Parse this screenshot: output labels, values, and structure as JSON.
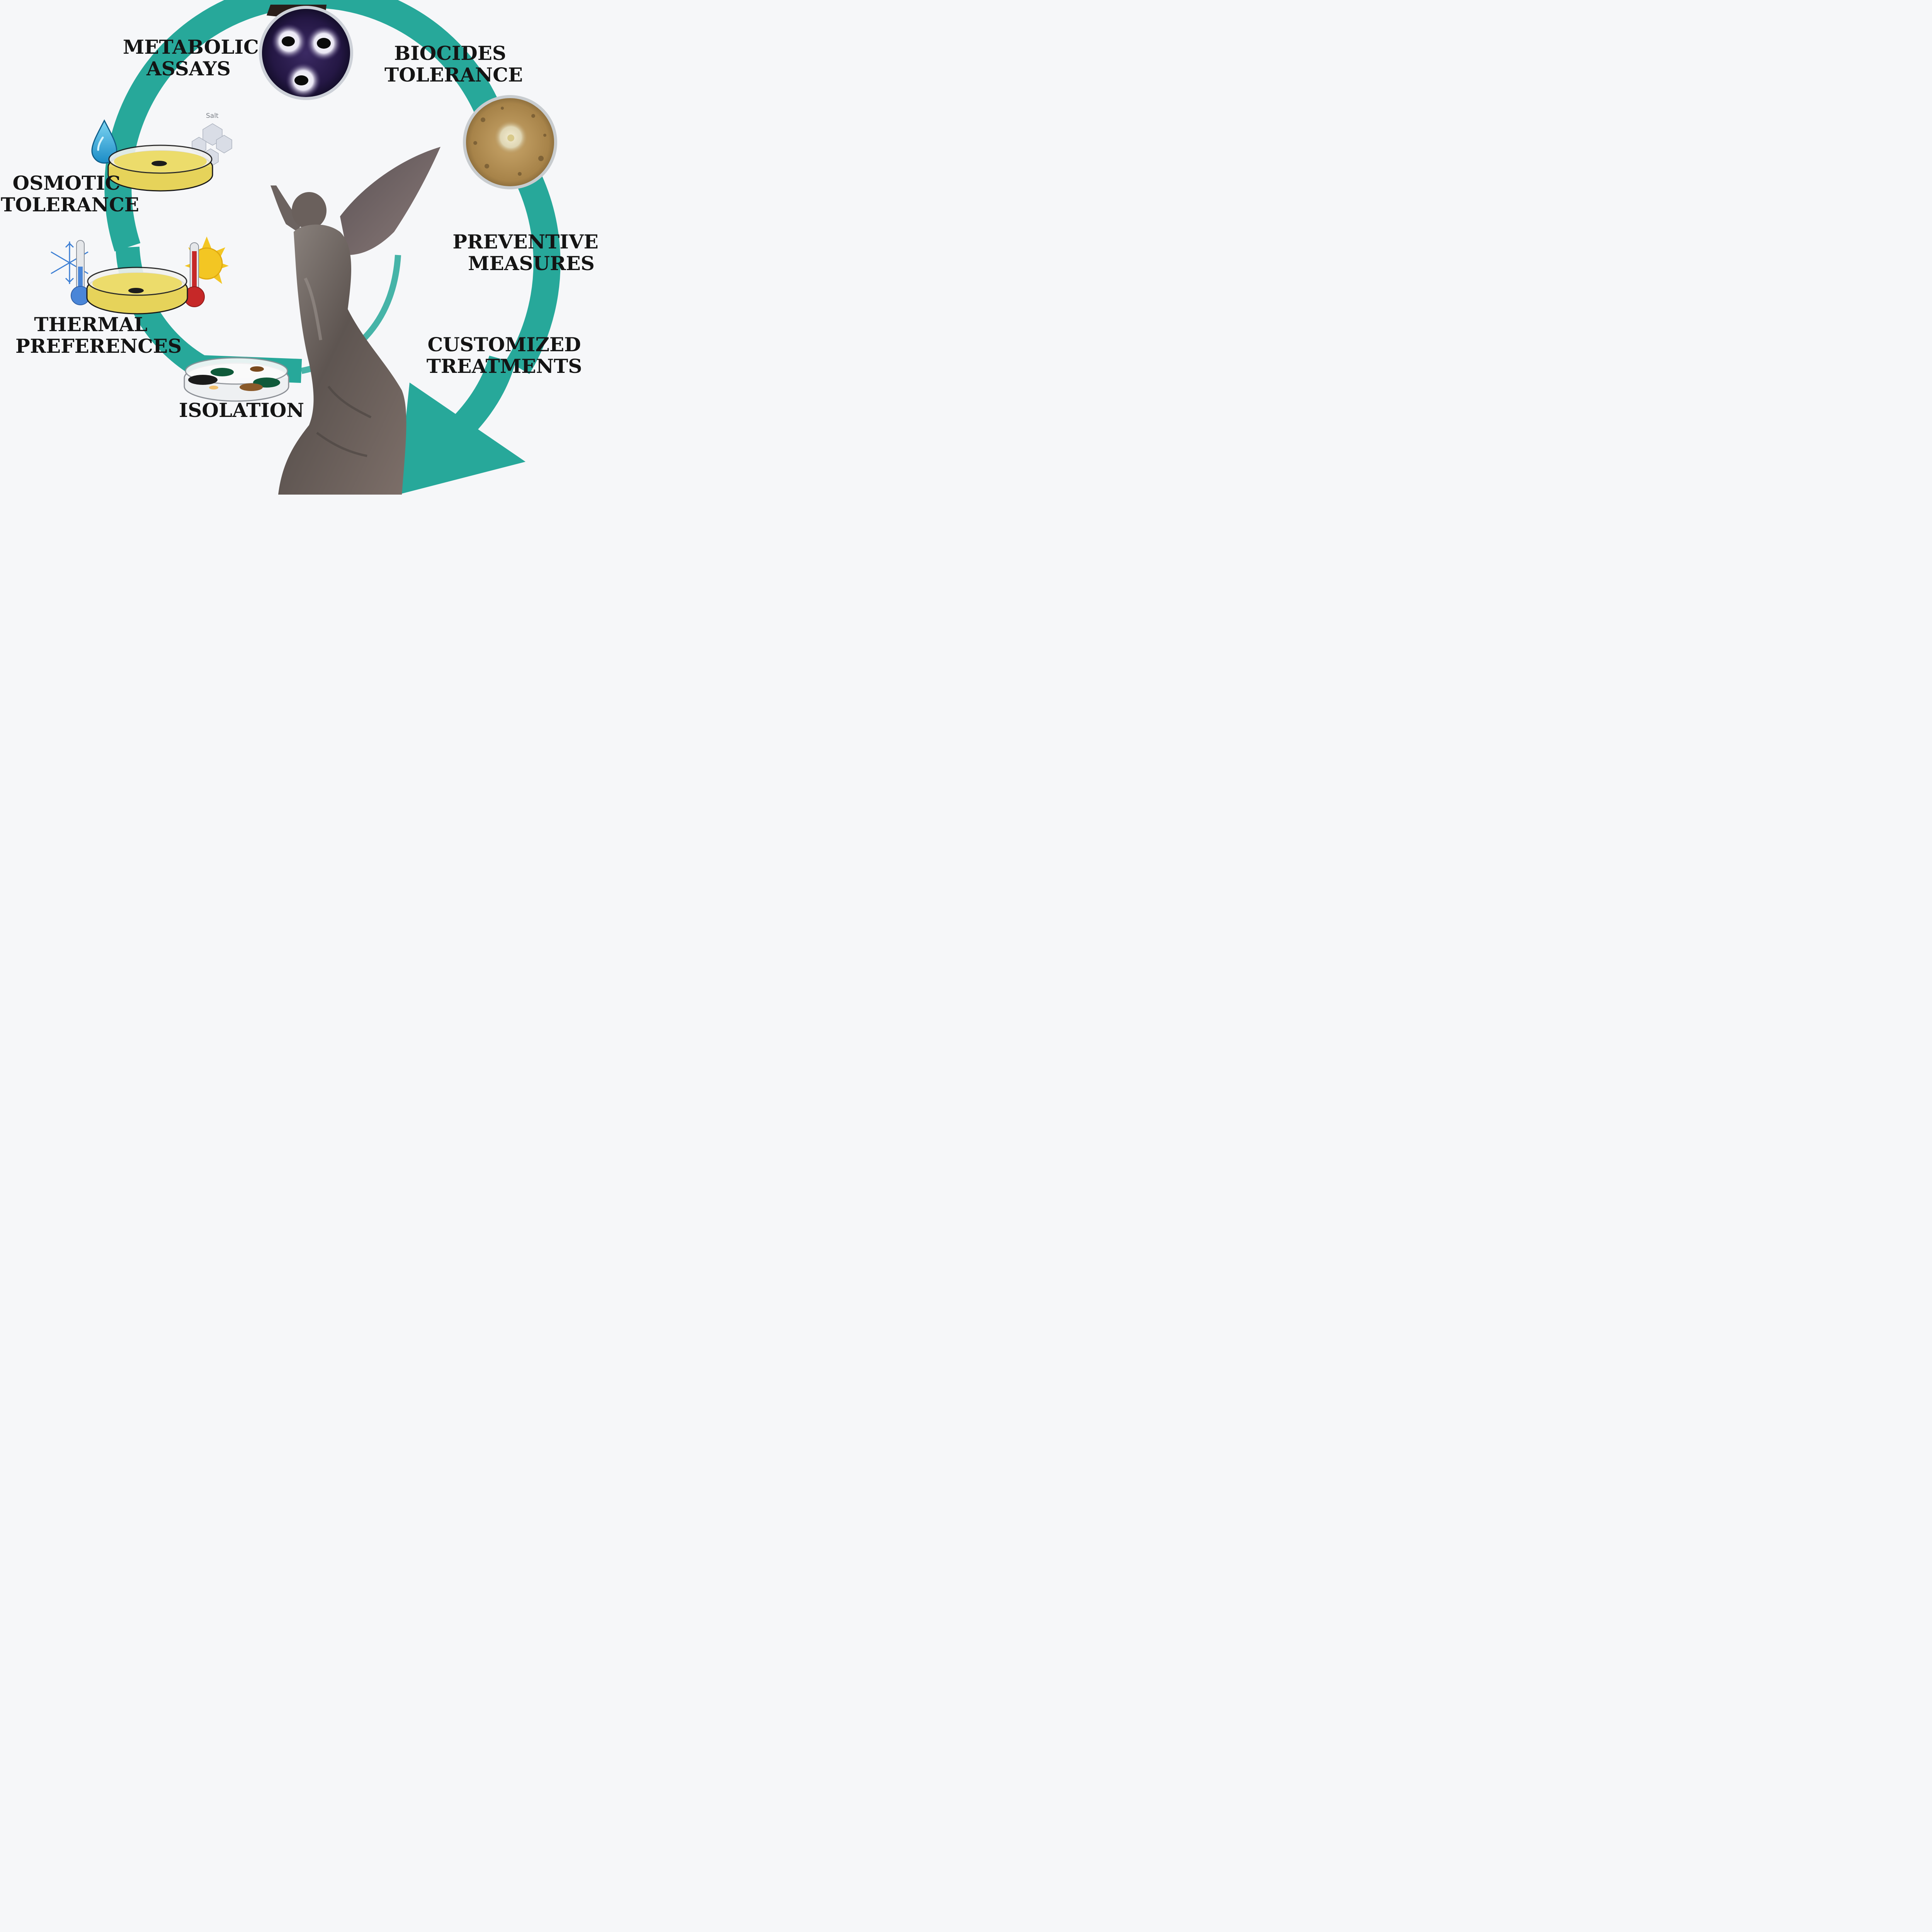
{
  "steps": {
    "metabolic_assays": {
      "line1": "METABOLIC",
      "line2": "ASSAYS"
    },
    "biocides_tolerance": {
      "line1": "BIOCIDES",
      "line2": "TOLERANCE"
    },
    "osmotic_tolerance": {
      "line1": "OSMOTIC",
      "line2": "TOLERANCE"
    },
    "thermal_preferences": {
      "line1": "THERMAL",
      "line2": "PREFERENCES"
    },
    "isolation": {
      "line1": "ISOLATION"
    },
    "preventive_measures": {
      "line1": "PREVENTIVE",
      "line2": "MEASURES"
    },
    "customized_treatments": {
      "line1": "CUSTOMIZED",
      "line2": "TREATMENTS"
    }
  },
  "icons": {
    "salt_label": "Salt"
  },
  "colors": {
    "cycle_arrow": "#27a89a",
    "agar_yellow": "#ecdc6b",
    "petri_rim": "#d9c93a",
    "assay_plate": "#22163f",
    "biocide_plate": "#b08c52",
    "statue": "#6d6661",
    "cold_blue": "#4a86d8",
    "hot_red": "#c62828",
    "sun_yellow": "#f3c623",
    "water_drop": "#2aa7dc"
  }
}
